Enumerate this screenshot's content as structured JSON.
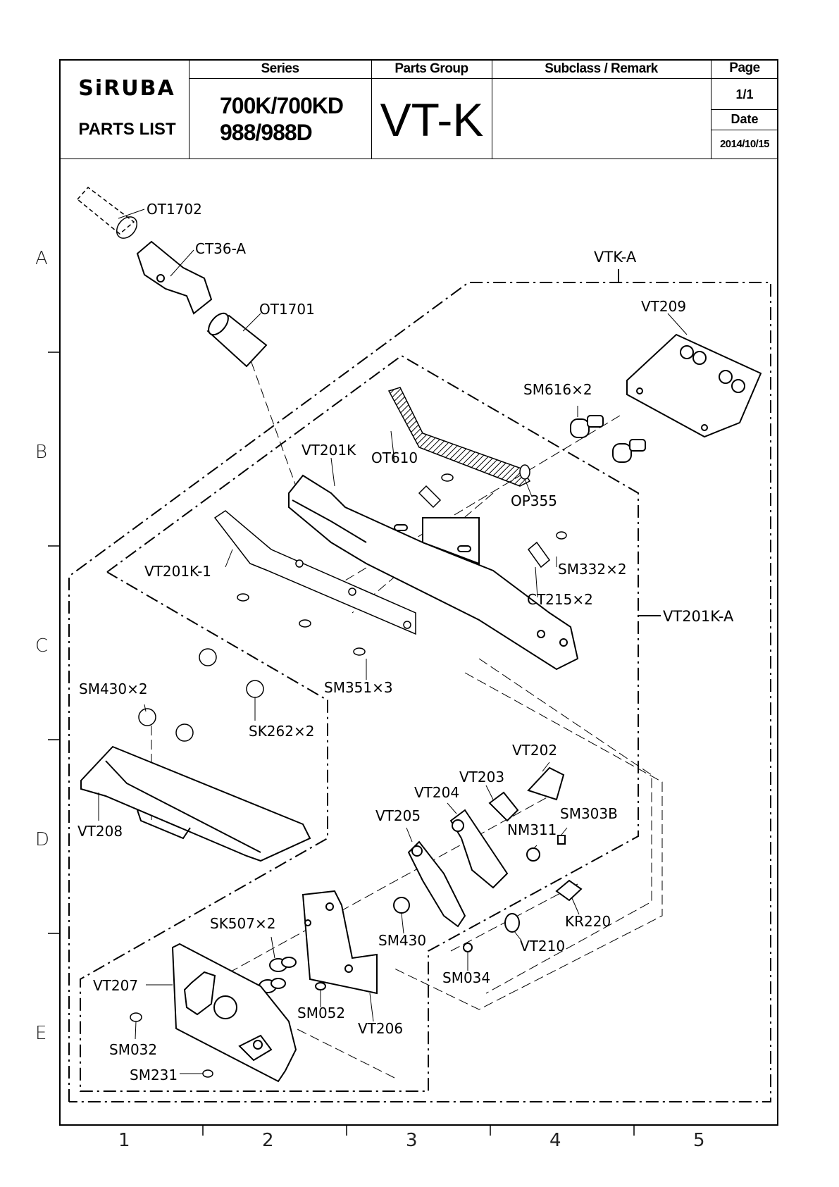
{
  "header": {
    "brand": "SiRUBA",
    "doc_type": "PARTS LIST",
    "series_label": "Series",
    "series_line1": "700K/700KD",
    "series_line2": "988/988D",
    "parts_group_label": "Parts Group",
    "parts_group": "VT-K",
    "subclass_label": "Subclass / Remark",
    "subclass": "",
    "page_label": "Page",
    "page": "1/1",
    "date_label": "Date",
    "date": "2014/10/15"
  },
  "grid": {
    "rows": [
      "A",
      "B",
      "C",
      "D",
      "E"
    ],
    "cols": [
      "1",
      "2",
      "3",
      "4",
      "5"
    ]
  },
  "assemblies": {
    "outer": "VTK-A",
    "inner": "VT201K-A"
  },
  "parts": [
    "OT1702",
    "CT36-A",
    "OT1701",
    "VT209",
    "SM616×2",
    "VT201K",
    "OT610",
    "OP355",
    "VT201K-1",
    "SM332×2",
    "CT215×2",
    "SM351×3",
    "SM430×2",
    "SK262×2",
    "VT208",
    "VT202",
    "VT203",
    "VT204",
    "VT205",
    "SM303B",
    "NM311",
    "KR220",
    "VT210",
    "SM430",
    "SM034",
    "SK507×2",
    "VT207",
    "SM052",
    "VT206",
    "SM032",
    "SM231"
  ]
}
